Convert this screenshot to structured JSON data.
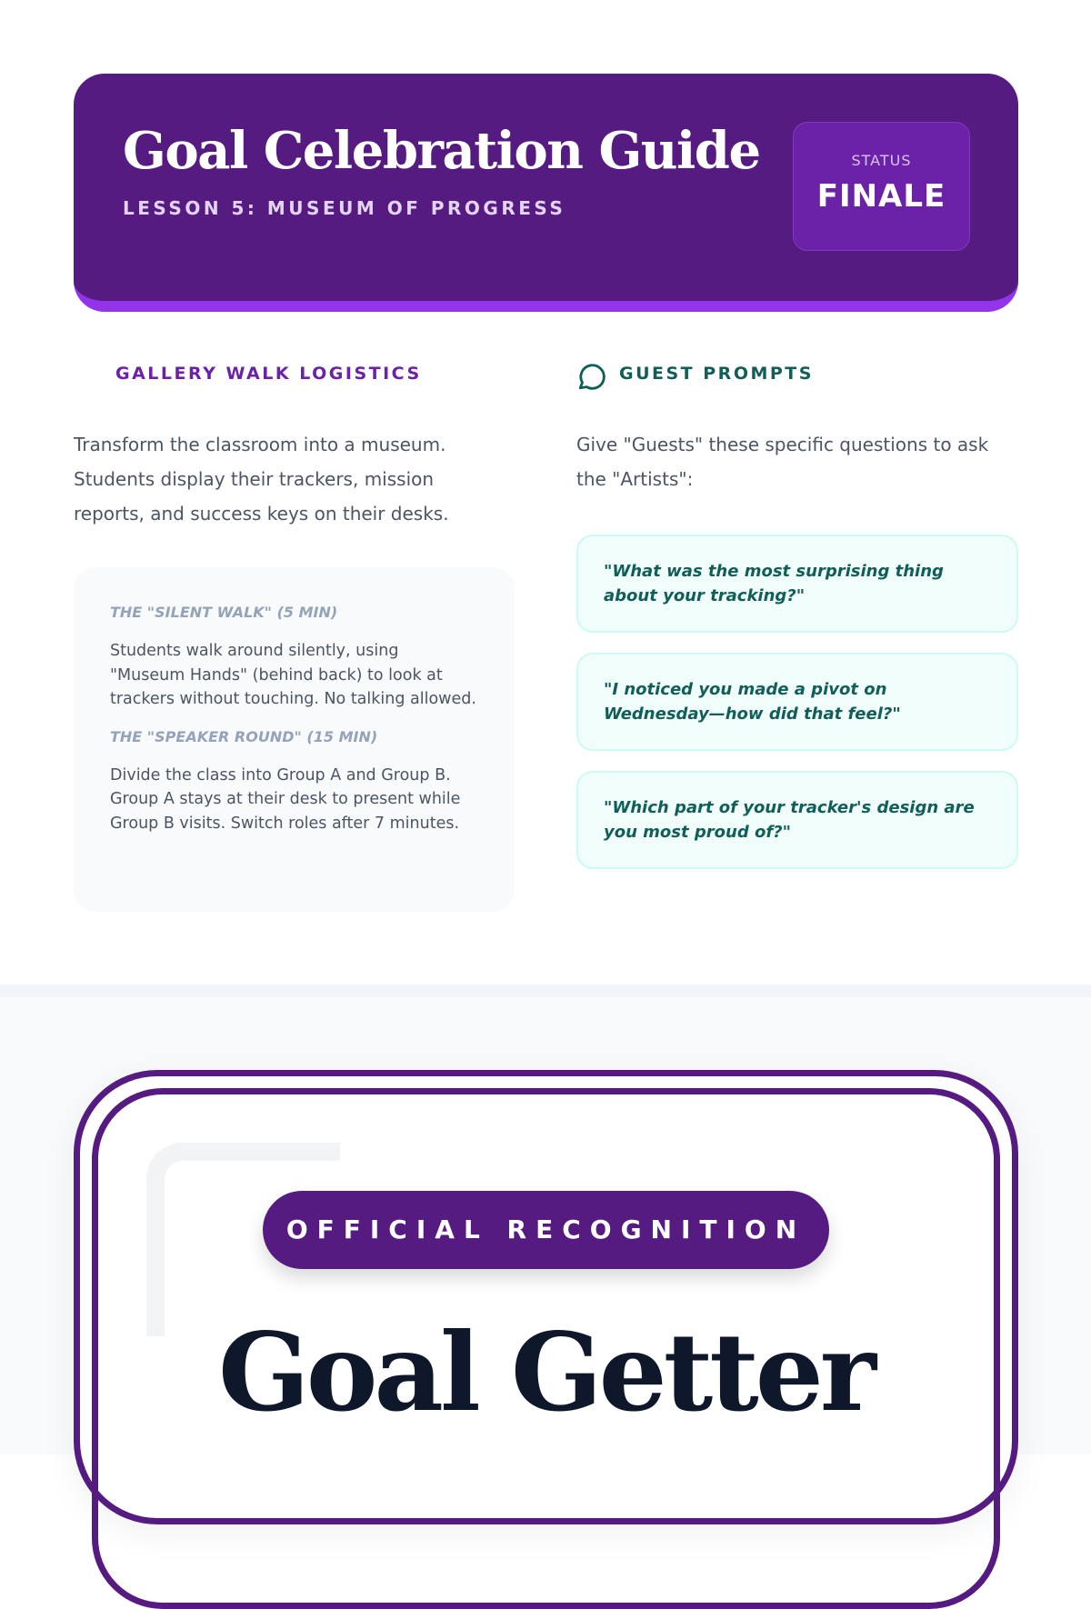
{
  "header": {
    "title": "Goal Celebration Guide",
    "subtitle": "LESSON 5: MUSEUM OF PROGRESS",
    "status_label": "STATUS",
    "status_value": "FINALE"
  },
  "colors": {
    "primary": "#561b80",
    "accent": "#9333ea",
    "teal": "#115e59"
  },
  "logistics": {
    "heading": "GALLERY WALK LOGISTICS",
    "intro": "Transform the classroom into a museum. Students display their trackers, mission reports, and success keys on their desks.",
    "steps": [
      {
        "title": "THE \"SILENT WALK\" (5 MIN)",
        "body": "Students walk around silently, using \"Museum Hands\" (behind back) to look at trackers without touching. No talking allowed."
      },
      {
        "title": "THE \"SPEAKER ROUND\" (15 MIN)",
        "body": "Divide the class into Group A and Group B. Group A stays at their desk to present while Group B visits. Switch roles after 7 minutes."
      }
    ]
  },
  "prompts": {
    "heading": "GUEST PROMPTS",
    "icon": "chat-bubble-icon",
    "intro": "Give \"Guests\" these specific questions to ask the \"Artists\":",
    "items": [
      "\"What was the most surprising thing about your tracking?\"",
      "\"I noticed you made a pivot on Wednesday—how did that feel?\"",
      "\"Which part of your tracker's design are you most proud of?\""
    ]
  },
  "certificate": {
    "badge": "OFFICIAL RECOGNITION",
    "title": "Goal Getter"
  }
}
